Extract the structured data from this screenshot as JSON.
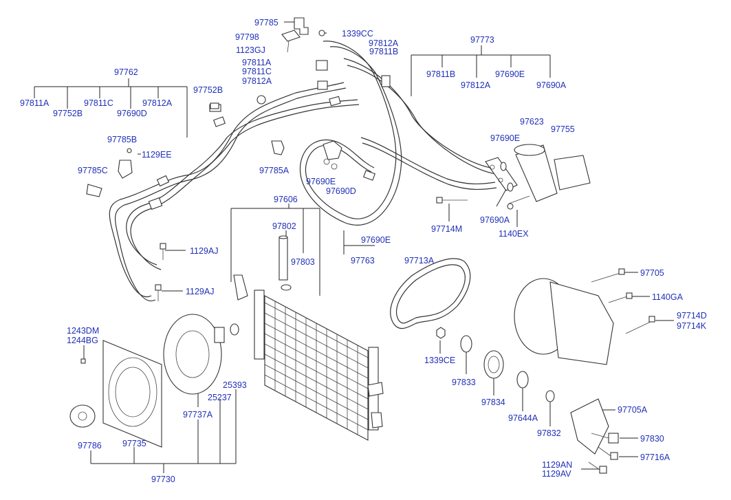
{
  "diagram": {
    "labels": {
      "l97785": "97785",
      "l97798": "97798",
      "l1339CC": "1339CC",
      "l1123GJ": "1123GJ",
      "l97812A_top": "97812A",
      "l97811B_top": "97811B",
      "l97773": "97773",
      "l97762": "97762",
      "l97811A_top": "97811A",
      "l97811C_top": "97811C",
      "l97812A_mid": "97812A",
      "l97752B_top": "97752B",
      "l97811A_left": "97811A",
      "l97752B_left": "97752B",
      "l97811C_left": "97811C",
      "l97690D": "97690D",
      "l97812A_left": "97812A",
      "l97811B_right": "97811B",
      "l97812A_right": "97812A",
      "l97690E_right": "97690E",
      "l97690A_right": "97690A",
      "l97785B": "97785B",
      "l1129EE": "1129EE",
      "l97785C": "97785C",
      "l97785A": "97785A",
      "l97690E_mid": "97690E",
      "l97690D_mid": "97690D",
      "l97690E_r2": "97690E",
      "l97623": "97623",
      "l97755": "97755",
      "l97714M": "97714M",
      "l97690A_mid": "97690A",
      "l1140EX": "1140EX",
      "l97606": "97606",
      "l97802": "97802",
      "l97803": "97803",
      "l97690E_low": "97690E",
      "l97763": "97763",
      "l1129AJ_1": "1129AJ",
      "l1129AJ_2": "1129AJ",
      "l97713A": "97713A",
      "l97705": "97705",
      "l1140GA": "1140GA",
      "l97714D": "97714D",
      "l97714K": "97714K",
      "l1243DM": "1243DM",
      "l1244BG": "1244BG",
      "l1339CE": "1339CE",
      "l97833": "97833",
      "l97834": "97834",
      "l97644A": "97644A",
      "l97832": "97832",
      "l25393": "25393",
      "l25237": "25237",
      "l97737A": "97737A",
      "l97735": "97735",
      "l97786": "97786",
      "l97730": "97730",
      "l97705A": "97705A",
      "l97830": "97830",
      "l97716A": "97716A",
      "l1129AN": "1129AN",
      "l1129AV": "1129AV"
    }
  },
  "colors": {
    "label": "#1f2fb8",
    "line": "#222222",
    "background": "#ffffff"
  }
}
